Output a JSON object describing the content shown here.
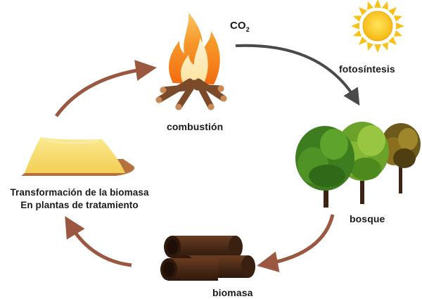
{
  "diagram": {
    "labels": {
      "combustion": "combustión",
      "co2_main": "CO",
      "co2_sub": "2",
      "fotosintesis": "fotosíntesis",
      "bosque": "bosque",
      "biomasa": "biomasa",
      "transform_line1": "Transformación de la biomasa",
      "transform_line2": "En plantas de tratamiento"
    },
    "icons": [
      "fire-icon",
      "sun-icon",
      "forest-icon",
      "logs-icon",
      "processed-biomass-pile-icon"
    ],
    "colors": {
      "arrow_brown": "#9b5740",
      "arrow_gray": "#4a4a4a",
      "sun_yellow": "#f7c21a",
      "flame_orange": "#f28a1a",
      "tree_green": "#3d7d1f",
      "log_brown": "#4a2a16",
      "pile_yellow": "#f7de72"
    }
  }
}
